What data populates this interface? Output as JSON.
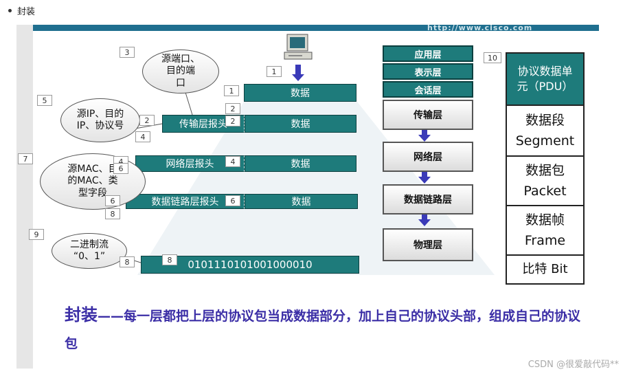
{
  "bullet": {
    "text": "封装"
  },
  "header_url": "http://www.cisco.com",
  "bubbles": {
    "port": "源端口、\n目的端\n口",
    "ip": "源IP、目的\nIP、协议号",
    "mac": "源MAC、目\n的MAC、类\n型字段",
    "bits": "二进制流\n“0、1”"
  },
  "bars": {
    "data": "数据",
    "transport_header": "传输层报头",
    "network_header": "网络层报头",
    "datalink_header": "数据链路层报头",
    "bitstream": "0101110101001000010"
  },
  "numbers": [
    "1",
    "2",
    "3",
    "4",
    "5",
    "6",
    "7",
    "8",
    "9",
    "10"
  ],
  "stack": {
    "application": "应用层",
    "presentation": "表示层",
    "session": "会话层",
    "transport": "传输层",
    "network": "网络层",
    "datalink": "数据链路层",
    "physical": "物理层"
  },
  "pdu": {
    "header": "协议数据单\n元（PDU）",
    "segment_zh": "数据段",
    "segment_en": "Segment",
    "packet_zh": "数据包",
    "packet_en": "Packet",
    "frame_zh": "数据帧",
    "frame_en": "Frame",
    "bit": "比特  Bit"
  },
  "caption": {
    "lead": "封装",
    "dash": "——",
    "body": "每一层都把上层的协议包当成数据部分，加上自己的协议头部，组成自己的协议包"
  },
  "watermark": "CSDN @很爱敲代码**",
  "colors": {
    "teal": "#1e7b7b",
    "arrow": "#3a3ab8",
    "caption": "#3b2ea6"
  }
}
